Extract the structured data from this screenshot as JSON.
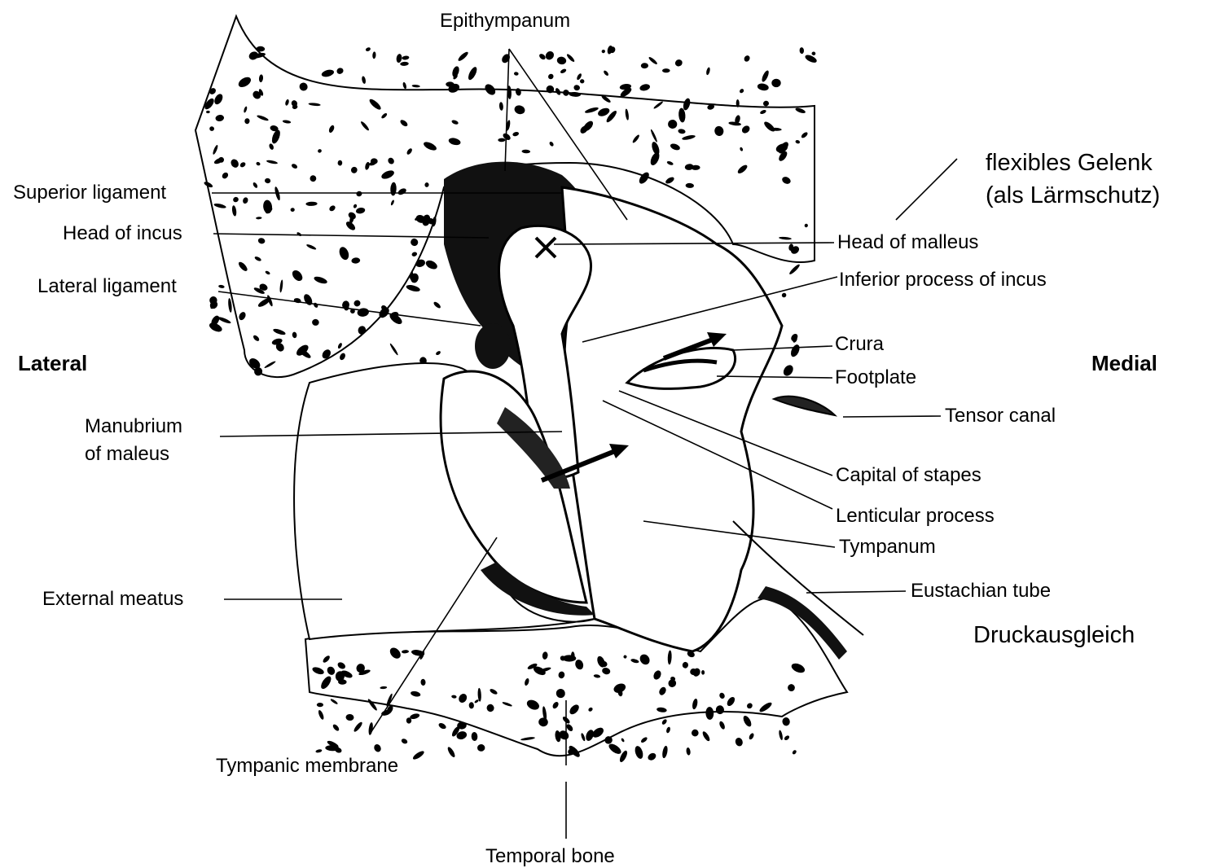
{
  "labels": {
    "epithympanum": "Epithympanum",
    "superior_ligament": "Superior ligament",
    "head_of_incus": "Head of incus",
    "lateral_ligament": "Lateral ligament",
    "lateral": "Lateral",
    "manubrium_line1": "Manubrium",
    "manubrium_line2": "of maleus",
    "external_meatus": "External meatus",
    "tympanic_membrane": "Tympanic membrane",
    "temporal_bone": "Temporal bone",
    "head_of_malleus": "Head of malleus",
    "inferior_process": "Inferior process of incus",
    "crura": "Crura",
    "footplate": "Footplate",
    "medial": "Medial",
    "tensor_canal": "Tensor canal",
    "capital_of_stapes": "Capital of stapes",
    "lenticular_process": "Lenticular process",
    "tympanum": "Tympanum",
    "eustachian_tube": "Eustachian tube"
  },
  "annotations": {
    "flexible_joint_line1": "flexibles Gelenk",
    "flexible_joint_line2": "(als Lärmschutz)",
    "pressure_equalization": "Druckausgleich"
  }
}
